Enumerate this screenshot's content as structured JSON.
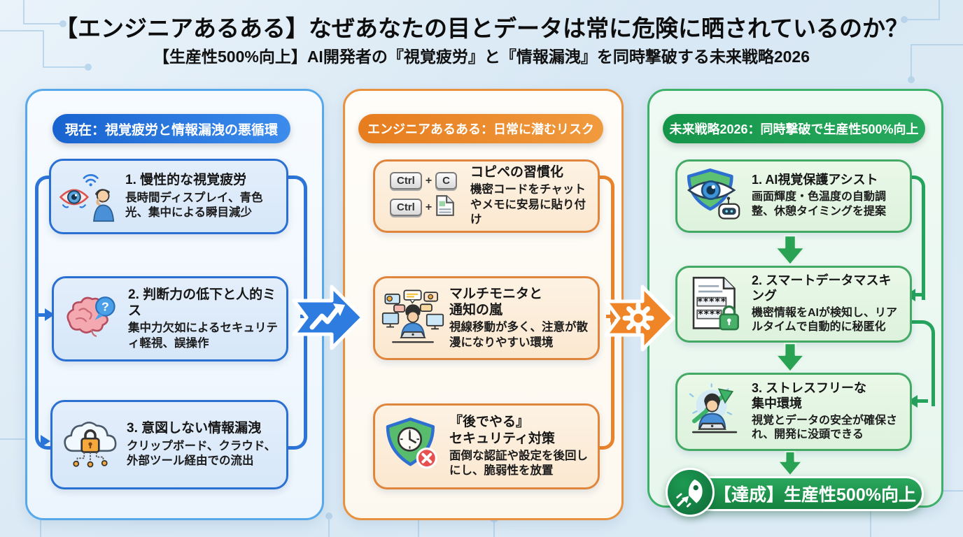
{
  "page": {
    "title": "【エンジニアあるある】なぜあなたの目とデータは常に危険に晒されているのか？",
    "subtitle": "【生産性500%向上】AI開発者の『視覚疲労』と『情報漏洩』を同時撃破する未来戦略2026"
  },
  "palette": {
    "blue": "#2b74d8",
    "orange": "#ed8329",
    "green": "#23a35b",
    "green_dark": "#117a42",
    "background": "#dce9f5",
    "text": "#161616"
  },
  "columns": {
    "left": {
      "header": "現在：視覚疲労と情報漏洩の悪循環",
      "cards": [
        {
          "icon": "eye-strain-icon",
          "title": "1. 慢性的な視覚疲労",
          "body": "長時間ディスプレイ、青色光、集中による瞬目減少"
        },
        {
          "icon": "brain-question-icon",
          "title": "2. 判断力の低下と人的ミス",
          "body": "集中力欠如によるセキュリティ軽視、誤操作",
          "bubble_text": "?"
        },
        {
          "icon": "cloud-lock-icon",
          "title": "3. 意図しない情報漏洩",
          "body": "クリップボード、クラウド、外部ツール経由での流出"
        }
      ]
    },
    "middle": {
      "header": "エンジニアあるある：日常に潜むリスク",
      "cards": [
        {
          "icon": "ctrl-c-keys-icon",
          "title": "コピペの習慣化",
          "body": "機密コードをチャットやメモに安易に貼り付け",
          "keys": {
            "row1": [
              "Ctrl",
              "+",
              "C"
            ],
            "row2": [
              "Ctrl",
              "+"
            ]
          }
        },
        {
          "icon": "multi-monitor-icon",
          "title": "マルチモニタと\n通知の嵐",
          "body": "視線移動が多く、注意が散漫になりやすい環境"
        },
        {
          "icon": "shield-clock-icon",
          "title": "『後でやる』\nセキュリティ対策",
          "body": "面倒な認証や設定を後回しにし、脆弱性を放置"
        }
      ]
    },
    "right": {
      "header": "未来戦略2026：同時撃破で生産性500%向上",
      "cards": [
        {
          "icon": "shield-eye-robot-icon",
          "title": "1. AI視覚保護アシスト",
          "body": "画面輝度・色温度の自動調整、休憩タイミングを提案"
        },
        {
          "icon": "masked-document-icon",
          "title": "2. スマートデータマスキング",
          "body": "機密情報をAIが検知し、リアルタイムで自動的に秘匿化",
          "mask_rows": [
            "*****",
            "****"
          ]
        },
        {
          "icon": "person-growth-icon",
          "title": "3. ストレスフリーな\n集中環境",
          "body": "視覚とデータの安全が確保され、開発に没頭できる"
        }
      ],
      "achievement": {
        "icon": "rocket-icon",
        "label": "【達成】生産性500%向上"
      }
    }
  },
  "connectors": {
    "left_to_middle_icon": "trend-up-arrow-icon",
    "middle_to_right_icon": "gear-icon"
  }
}
